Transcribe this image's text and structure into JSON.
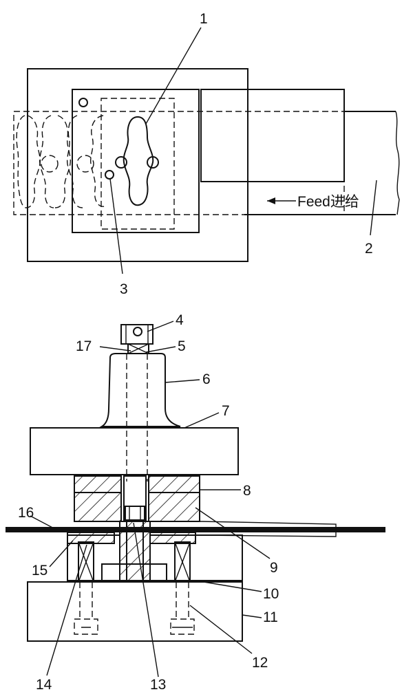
{
  "figure": {
    "feed_label": "Feed进给",
    "callouts": {
      "c1": "1",
      "c2": "2",
      "c3": "3",
      "c4": "4",
      "c5": "5",
      "c6": "6",
      "c7": "7",
      "c8": "8",
      "c9": "9",
      "c10": "10",
      "c11": "11",
      "c12": "12",
      "c13": "13",
      "c14": "14",
      "c15": "15",
      "c16": "16",
      "c17": "17"
    }
  }
}
